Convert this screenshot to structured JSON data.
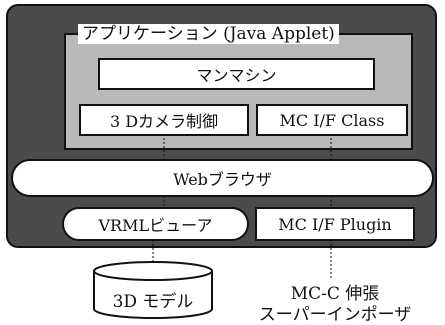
{
  "diagram": {
    "application": "アプリケーション (Java Applet)",
    "man_machine": "マンマシン",
    "camera_control": "3 Dカメラ制御",
    "mc_if_class": "MC I/F Class",
    "browser": "Webブラウザ",
    "vrml_viewer": "VRMLビューア",
    "mc_if_plugin": "MC I/F Plugin",
    "model_3d": "3D モデル",
    "mc_c_line1": "MC-C 伸張",
    "mc_c_line2": "スーパーインポーザ"
  }
}
